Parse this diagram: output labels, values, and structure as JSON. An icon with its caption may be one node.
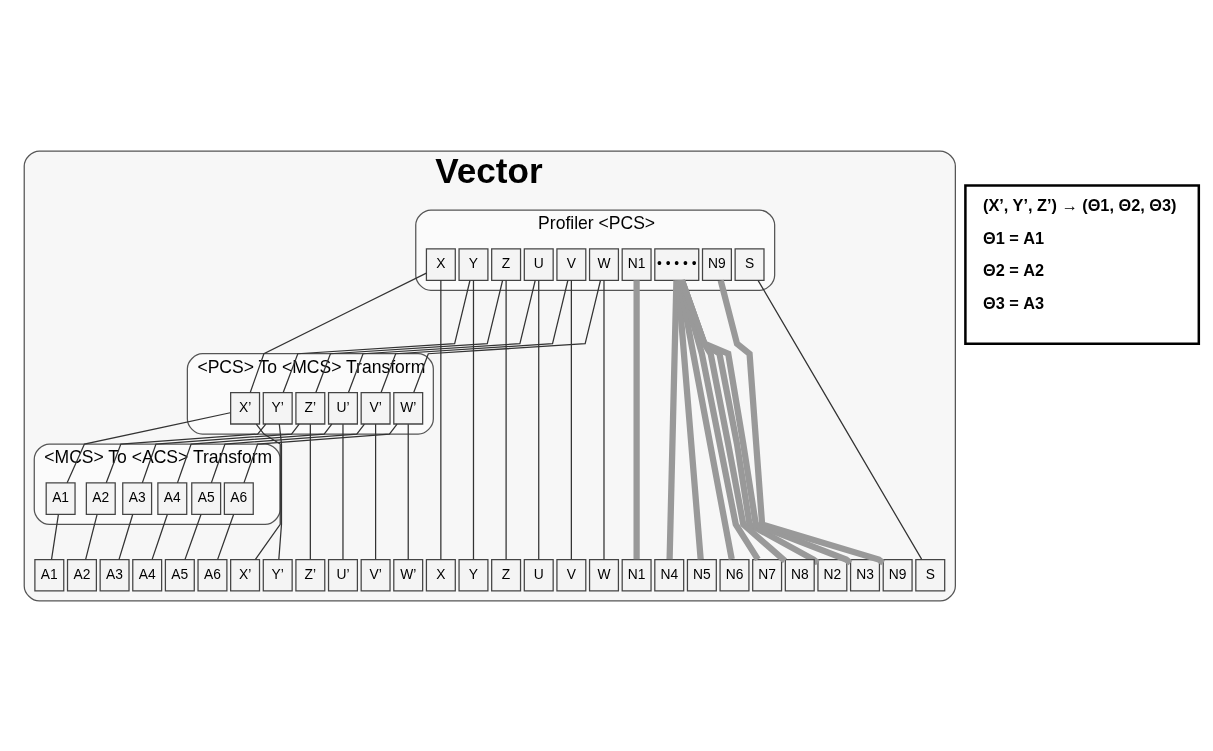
{
  "diagram": {
    "nodes": [
      {
        "text": [
          "Vector"
        ]
      },
      {
        "text": [
          "Profiler <PCS>"
        ],
        "in": 0
      },
      {
        "text": [
          "X"
        ],
        "in": 1
      },
      {
        "text": [
          "Y"
        ],
        "in": 1
      },
      {
        "text": [
          "Z"
        ],
        "in": 1
      },
      {
        "text": [
          "U"
        ],
        "in": 1
      },
      {
        "text": [
          "V"
        ],
        "in": 1
      },
      {
        "text": [
          "W"
        ],
        "in": 1
      },
      {
        "text": [
          "N1"
        ],
        "in": 1
      },
      {
        "text": [
          "• • • • •"
        ],
        "in": 1
      },
      {
        "text": [
          "N9"
        ],
        "in": 1
      },
      {
        "text": [
          "S"
        ],
        "in": 1
      },
      {
        "text": [
          "<PCS> To <MCS> Transform"
        ],
        "in": 0
      },
      {
        "text": [
          "X’"
        ],
        "in": 12
      },
      {
        "text": [
          "Y’"
        ],
        "in": 12
      },
      {
        "text": [
          "Z’"
        ],
        "in": 12
      },
      {
        "text": [
          "U’"
        ],
        "in": 12
      },
      {
        "text": [
          "V’"
        ],
        "in": 12
      },
      {
        "text": [
          "W’"
        ],
        "in": 12
      },
      {
        "text": [
          "<MCS> To <ACS> Transform"
        ],
        "in": 0
      },
      {
        "text": [
          "A1"
        ],
        "in": 19
      },
      {
        "text": [
          "A2"
        ],
        "in": 19
      },
      {
        "text": [
          "A3"
        ],
        "in": 19
      },
      {
        "text": [
          "A4"
        ],
        "in": 19
      },
      {
        "text": [
          "A5"
        ],
        "in": 19
      },
      {
        "text": [
          "A6"
        ],
        "in": 19
      },
      {
        "text": [
          "X"
        ],
        "in": 0
      },
      {
        "text": [
          "Y"
        ],
        "in": 0
      },
      {
        "text": [
          "Z"
        ],
        "in": 0
      },
      {
        "text": [
          "U"
        ],
        "in": 0
      },
      {
        "text": [
          "V"
        ],
        "in": 0
      },
      {
        "text": [
          "W"
        ],
        "in": 0
      },
      {
        "text": [
          "N1"
        ],
        "in": 0
      },
      {
        "text": [
          "N2"
        ],
        "in": 0
      },
      {
        "text": [
          "N3"
        ],
        "in": 0
      },
      {
        "text": [
          "N4"
        ],
        "in": 0
      },
      {
        "text": [
          "N5"
        ],
        "in": 0
      },
      {
        "text": [
          "N6"
        ],
        "in": 0
      },
      {
        "text": [
          "N7"
        ],
        "in": 0
      },
      {
        "text": [
          "N8"
        ],
        "in": 0
      },
      {
        "text": [
          "N9"
        ],
        "in": 0
      },
      {
        "text": [
          "S"
        ],
        "in": 0
      },
      {
        "text": [
          "X’"
        ],
        "in": 0
      },
      {
        "text": [
          "Y’"
        ],
        "in": 0
      },
      {
        "text": [
          "Z’"
        ],
        "in": 0
      },
      {
        "text": [
          "U’"
        ],
        "in": 0
      },
      {
        "text": [
          "V’"
        ],
        "in": 0
      },
      {
        "text": [
          "W’"
        ],
        "in": 0
      },
      {
        "text": [
          "A1"
        ],
        "in": 0
      },
      {
        "text": [
          "A2"
        ],
        "in": 0
      },
      {
        "text": [
          "A3"
        ],
        "in": 0
      },
      {
        "text": [
          "A4"
        ],
        "in": 0
      },
      {
        "text": [
          "A5"
        ],
        "in": 0
      },
      {
        "text": [
          "A6"
        ],
        "in": 0
      },
      {
        "text": [
          "(X’, Y’, Z’) → (Θ1, Θ2, Θ3)",
          "Θ1 = A1",
          "Θ2 = A2",
          "Θ3 = A3"
        ]
      }
    ],
    "edges": [
      {
        "from": 2,
        "to": 13,
        "arrow": "none"
      },
      {
        "from": 3,
        "to": 14,
        "arrow": "none"
      },
      {
        "from": 4,
        "to": 15,
        "arrow": "none"
      },
      {
        "from": 5,
        "to": 16,
        "arrow": "none"
      },
      {
        "from": 6,
        "to": 17,
        "arrow": "none"
      },
      {
        "from": 7,
        "to": 18,
        "arrow": "none"
      },
      {
        "from": 2,
        "to": 26,
        "arrow": "none"
      },
      {
        "from": 3,
        "to": 27,
        "arrow": "none"
      },
      {
        "from": 4,
        "to": 28,
        "arrow": "none"
      },
      {
        "from": 5,
        "to": 29,
        "arrow": "none"
      },
      {
        "from": 6,
        "to": 30,
        "arrow": "none"
      },
      {
        "from": 7,
        "to": 31,
        "arrow": "none"
      },
      {
        "from": 8,
        "to": 32,
        "arrow": "none",
        "style": "thick",
        "color": "#999999"
      },
      {
        "from": 9,
        "to": 33,
        "arrow": "none",
        "style": "thick",
        "color": "#999999"
      },
      {
        "from": 9,
        "to": 34,
        "arrow": "none",
        "style": "thick",
        "color": "#999999"
      },
      {
        "from": 9,
        "to": 35,
        "arrow": "none",
        "style": "thick",
        "color": "#999999"
      },
      {
        "from": 9,
        "to": 36,
        "arrow": "none",
        "style": "thick",
        "color": "#999999"
      },
      {
        "from": 9,
        "to": 37,
        "arrow": "none",
        "style": "thick",
        "color": "#999999"
      },
      {
        "from": 9,
        "to": 38,
        "arrow": "none",
        "style": "thick",
        "color": "#999999"
      },
      {
        "from": 9,
        "to": 39,
        "arrow": "none",
        "style": "thick",
        "color": "#999999"
      },
      {
        "from": 10,
        "to": 40,
        "arrow": "none",
        "style": "thick",
        "color": "#999999"
      },
      {
        "from": 11,
        "to": 41,
        "arrow": "none"
      },
      {
        "from": 13,
        "to": 20,
        "arrow": "none"
      },
      {
        "from": 14,
        "to": 21,
        "arrow": "none"
      },
      {
        "from": 15,
        "to": 22,
        "arrow": "none"
      },
      {
        "from": 16,
        "to": 23,
        "arrow": "none"
      },
      {
        "from": 17,
        "to": 24,
        "arrow": "none"
      },
      {
        "from": 18,
        "to": 25,
        "arrow": "none"
      },
      {
        "from": 13,
        "to": 42,
        "arrow": "none"
      },
      {
        "from": 14,
        "to": 43,
        "arrow": "none"
      },
      {
        "from": 15,
        "to": 44,
        "arrow": "none"
      },
      {
        "from": 16,
        "to": 45,
        "arrow": "none"
      },
      {
        "from": 17,
        "to": 46,
        "arrow": "none"
      },
      {
        "from": 18,
        "to": 47,
        "arrow": "none"
      },
      {
        "from": 20,
        "to": 48,
        "arrow": "none"
      },
      {
        "from": 21,
        "to": 49,
        "arrow": "none"
      },
      {
        "from": 22,
        "to": 50,
        "arrow": "none"
      },
      {
        "from": 23,
        "to": 51,
        "arrow": "none"
      },
      {
        "from": 24,
        "to": 52,
        "arrow": "none"
      },
      {
        "from": 25,
        "to": 53,
        "arrow": "none"
      }
    ]
  }
}
